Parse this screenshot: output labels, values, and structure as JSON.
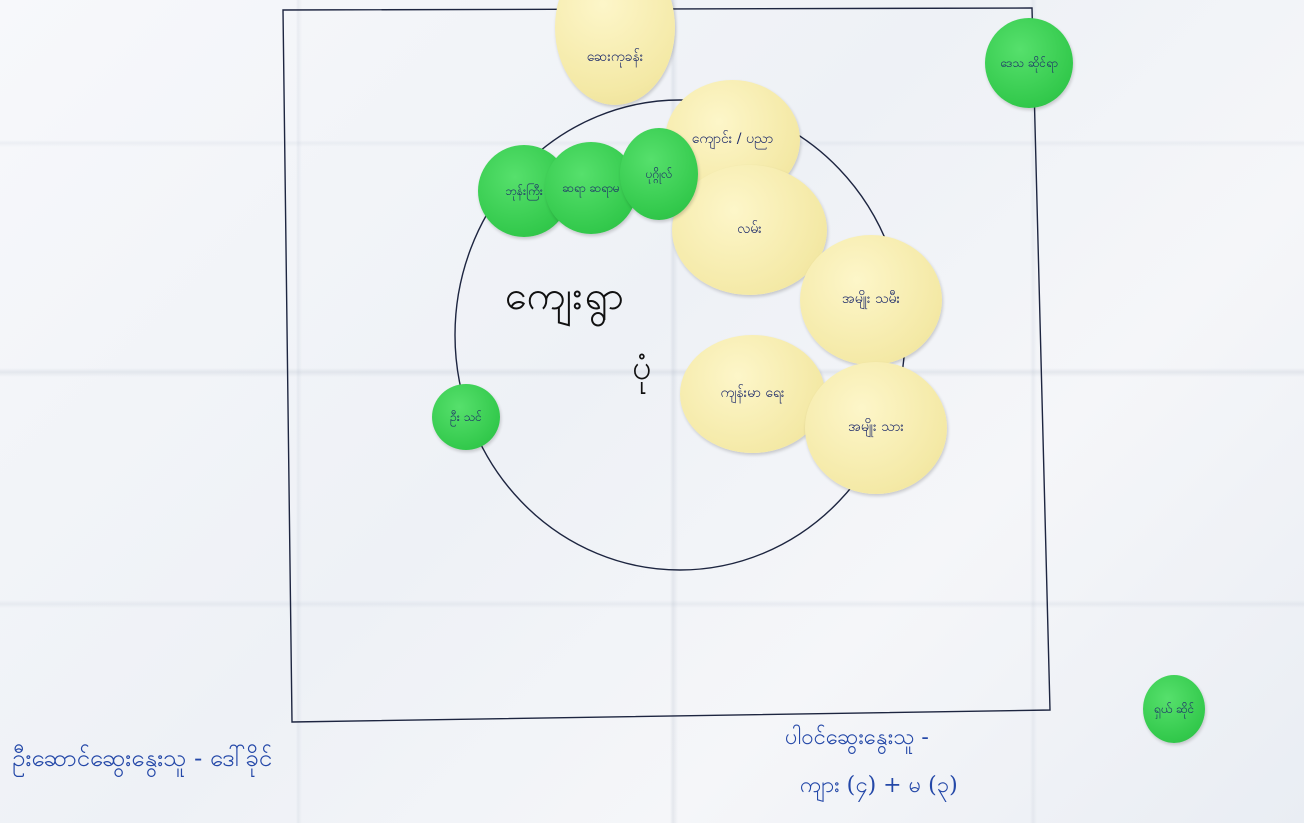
{
  "center": {
    "line1": "ကျေးရွာ",
    "line2": "ပုံ"
  },
  "notes": [
    {
      "id": "top-cut",
      "color": "yellow",
      "text": "ဆေးကုခန်း"
    },
    {
      "id": "upper-right-yellow",
      "color": "yellow",
      "text": "ကျောင်း / ပညာ"
    },
    {
      "id": "green-1",
      "color": "green",
      "text": "ဘုန်းကြီး"
    },
    {
      "id": "green-2",
      "color": "green",
      "text": "ဆရာ ဆရာမ"
    },
    {
      "id": "green-3",
      "color": "green",
      "text": "ပုဂ္ဂိုလ်"
    },
    {
      "id": "yellow-2",
      "color": "yellow",
      "text": "လမ်း"
    },
    {
      "id": "yellow-3",
      "color": "yellow",
      "text": "အမျိုး သမီး"
    },
    {
      "id": "yellow-4",
      "color": "yellow",
      "text": "ကျန်းမာ ရေး"
    },
    {
      "id": "yellow-5",
      "color": "yellow",
      "text": "အမျိုး သား"
    },
    {
      "id": "green-left",
      "color": "green",
      "text": "ဦး သင်"
    },
    {
      "id": "green-top-right",
      "color": "green",
      "text": "ဒေသ ဆိုင်ရာ"
    },
    {
      "id": "green-bottom-right",
      "color": "green",
      "text": "ရှယ် ဆိုင်"
    }
  ],
  "captions": {
    "left": "ဦးဆောင်ဆွေးနွေးသူ - ဒေါ်ခိုင်",
    "right_line1": "ပါဝင်ဆွေးနွေးသူ -",
    "right_line2": "ကျား (၄) + မ (၃)"
  },
  "colors": {
    "ink_blue": "#2448a8",
    "note_yellow": "#f4e9a6",
    "note_green": "#33c94c"
  }
}
